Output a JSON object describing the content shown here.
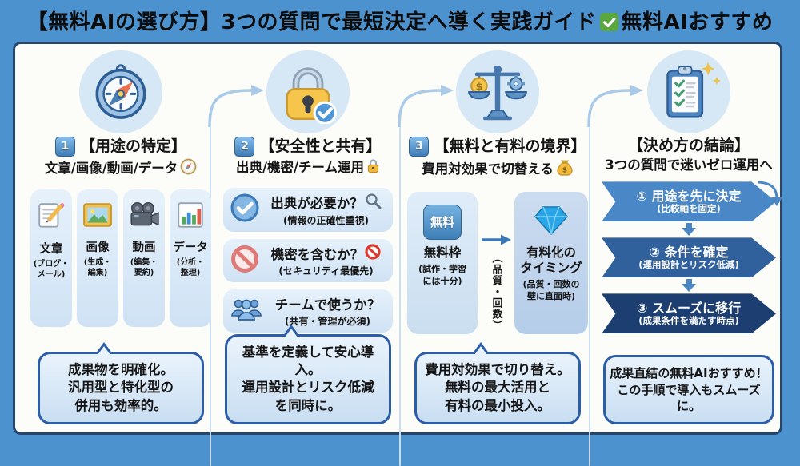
{
  "colors": {
    "background": "#4b92cf",
    "card_border": "#24466e",
    "bubble_border": "#2b5da9",
    "step1": "#4a87c6",
    "step2": "#30619d",
    "step3": "#1c3e70",
    "connector": "#a9cbe9"
  },
  "icons": {
    "dollar": "$"
  },
  "title": {
    "prefix": "【無料AIの選び方】3つの質問で最短決定へ導く実践ガイド",
    "suffix": "無料AIおすすめ"
  },
  "columns": [
    {
      "badge": "1",
      "heading": "【用途の特定】",
      "subheading": "文章/画像/動画/データ",
      "items": [
        {
          "label": "文章",
          "note": "(ブログ・\nメール)"
        },
        {
          "label": "画像",
          "note": "(生成・\n編集)"
        },
        {
          "label": "動画",
          "note": "(編集・\n要約)"
        },
        {
          "label": "データ",
          "note": "(分析・\n整理)"
        }
      ],
      "bubble": "成果物を明確化。\n汎用型と特化型の\n併用も効率的。"
    },
    {
      "badge": "2",
      "heading": "【安全性と共有】",
      "subheading": "出典/機密/チーム運用",
      "rows": [
        {
          "question": "出典が必要か？",
          "note": "(情報の正確性重視)"
        },
        {
          "question": "機密を含むか？",
          "note": "(セキュリティ最優先)"
        },
        {
          "question": "チームで使うか？",
          "note": "(共有・管理が必須)"
        }
      ],
      "bubble": "基準を定義して安心導入。\n運用設計とリスク低減\nを同時に。"
    },
    {
      "badge": "3",
      "heading": "【無料と有料の境界】",
      "subheading": "費用対効果で切替える",
      "free_card": {
        "badge": "無料",
        "title": "無料枠",
        "note": "(試作・学習\nには十分)"
      },
      "arrow_label": "（品質・回数）",
      "paid_card": {
        "title": "有料化の\nタイミング",
        "note": "(品質・回数の\n壁に直面時)"
      },
      "bubble": "費用対効果で切り替え。\n無料の最大活用と\n有料の最小投入。"
    },
    {
      "heading": "【決め方の結論】",
      "subheading": "3つの質問で迷いゼロ運用へ",
      "steps": [
        {
          "title": "① 用途を先に決定",
          "note": "(比較軸を固定)"
        },
        {
          "title": "② 条件を確定",
          "note": "(運用設計とリスク低減)"
        },
        {
          "title": "③ スムーズに移行",
          "note": "(成果条件を満たす時点)"
        }
      ],
      "conclusion": "成果直結の無料AIおすすめ！\nこの手順で導入もスムーズに。"
    }
  ]
}
